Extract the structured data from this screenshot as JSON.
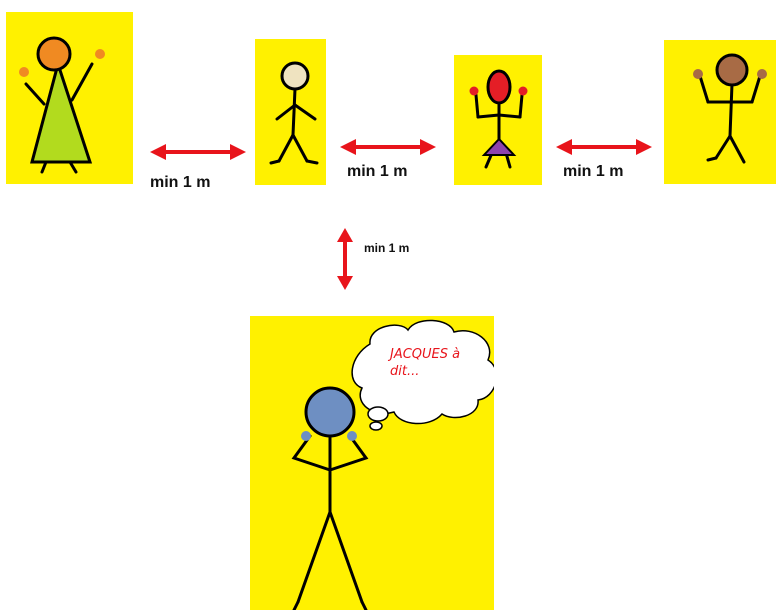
{
  "distance_labels": {
    "between_1_2": "min 1 m",
    "between_2_3": "min 1 m",
    "between_3_4": "min 1 m",
    "to_leader": "min 1 m"
  },
  "thought_bubble": {
    "line1": "JACQUES à",
    "line2": "dit..."
  },
  "colors": {
    "card_background": "#FFF100",
    "arrow": "#E8141B",
    "bubble_text": "#E8141B",
    "figure1_head": "#F08A22",
    "figure1_dress": "#B2DB1E",
    "figure2_head": "#EFE3C0",
    "figure3_head": "#E41E26",
    "figure3_skirt": "#8E44AD",
    "figure4_head": "#A86B45",
    "leader_head": "#6E8FC2"
  }
}
